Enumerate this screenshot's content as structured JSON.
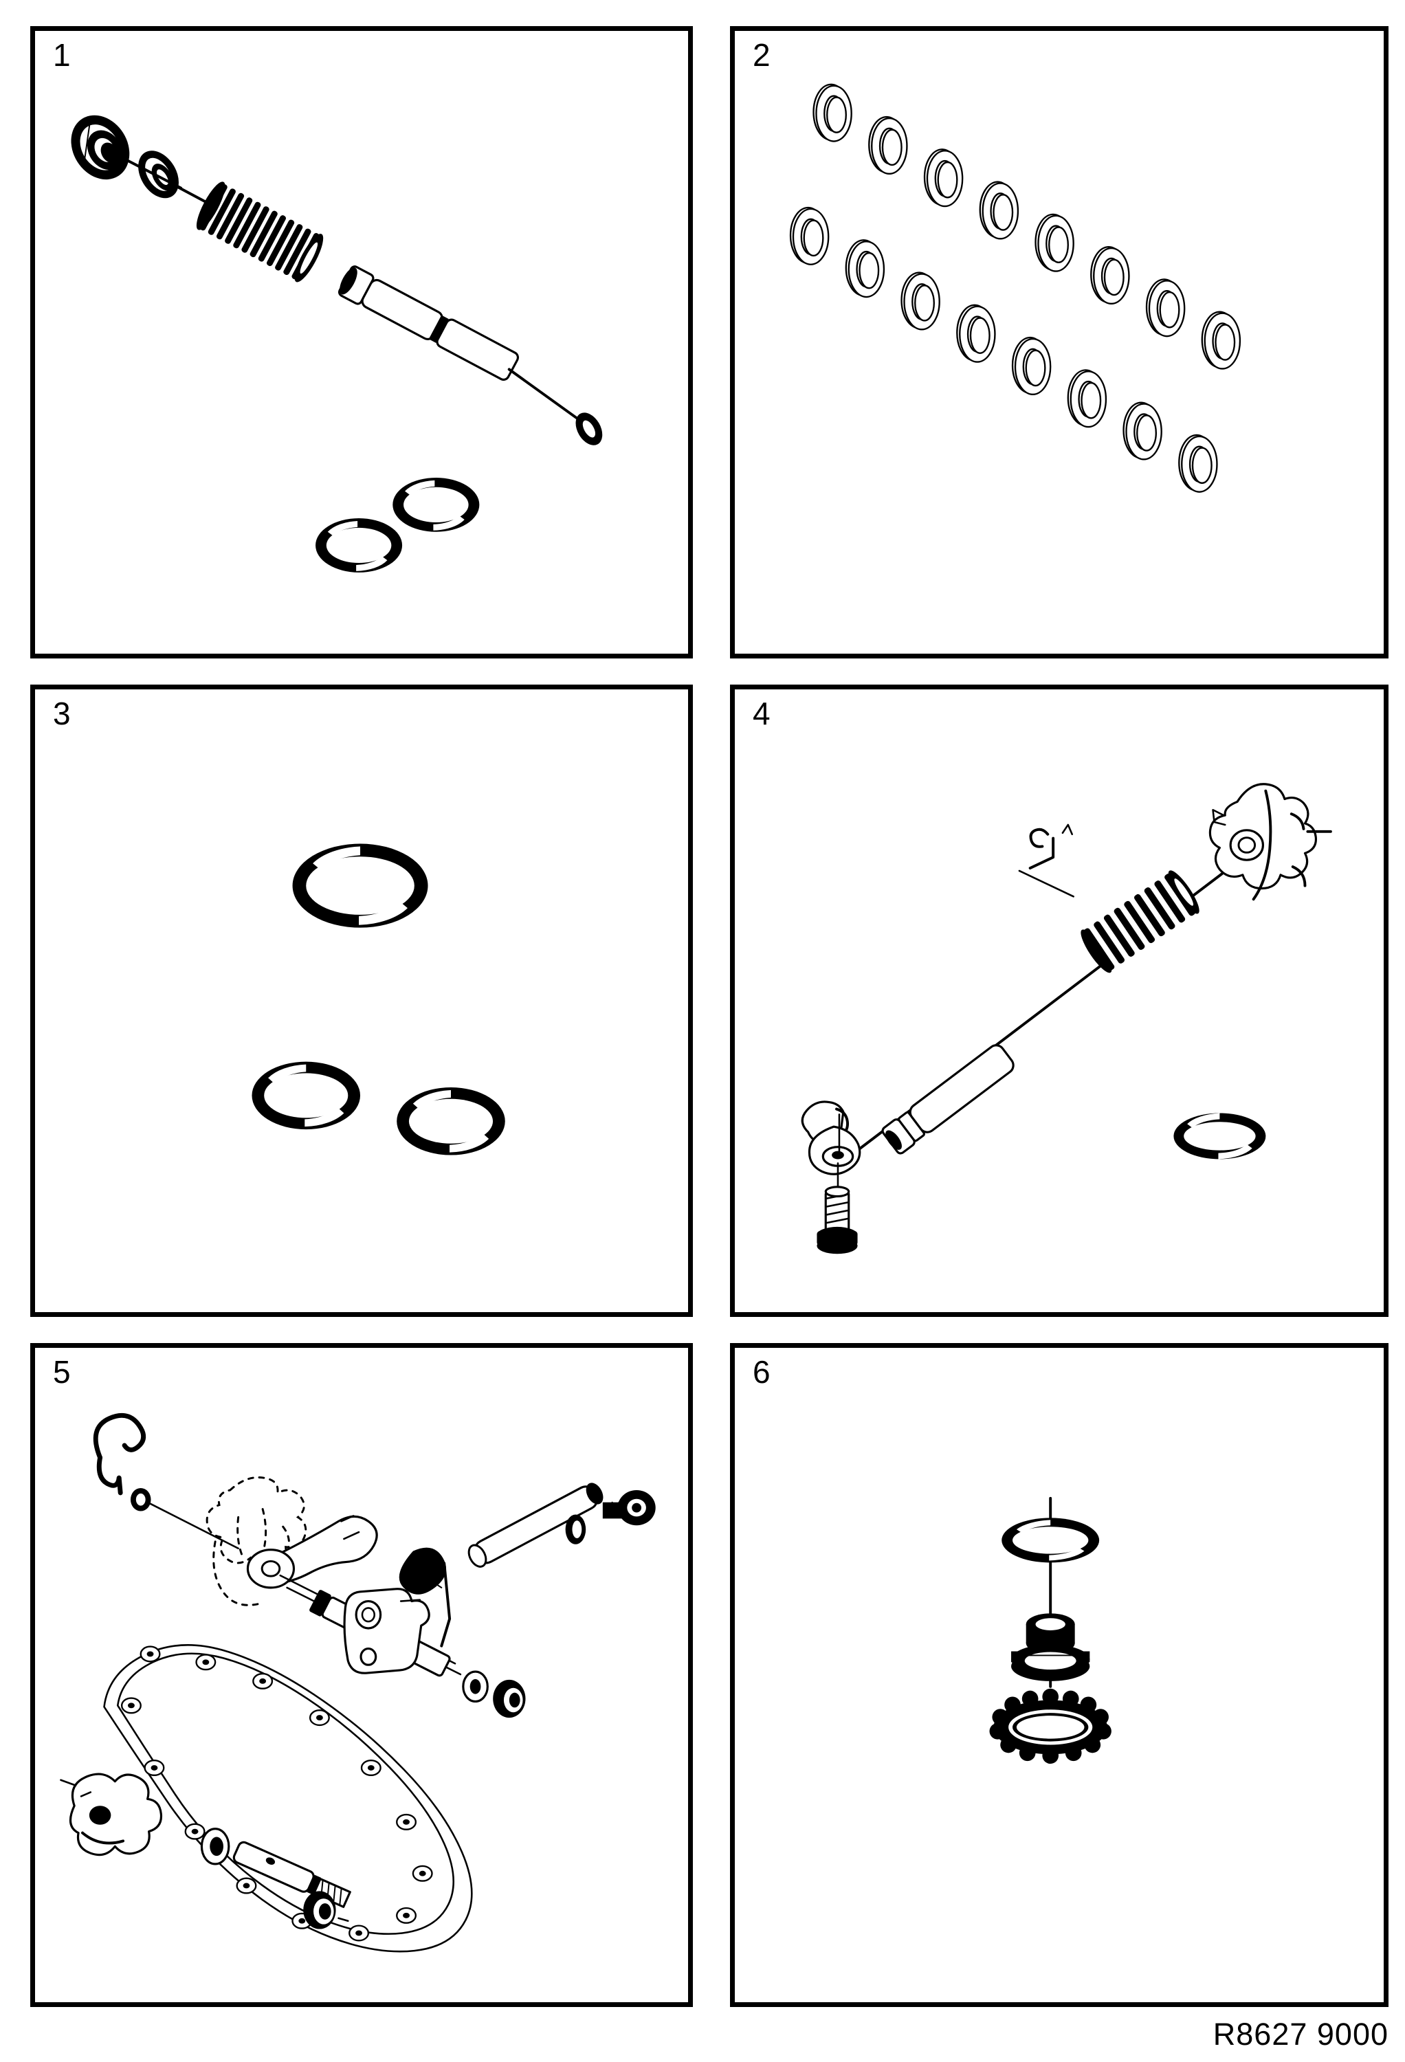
{
  "document": {
    "type": "parts-illustration-sheet",
    "footer_code": "R8627 9000",
    "panel_count": 6
  },
  "panels": [
    {
      "number": "1",
      "name": "clutch-slave-cylinder-assembly",
      "contents": [
        "domed-rubber-boot",
        "washer",
        "coil-spring",
        "piston-rod",
        "cylinder-body",
        "end-cap",
        "o-ring",
        "o-ring"
      ]
    },
    {
      "number": "2",
      "name": "shim-washer-set",
      "contents": [
        "shim-washer-row-upper",
        "shim-washer-row-lower"
      ],
      "washer_rows": [
        {
          "row": "upper",
          "count": 8
        },
        {
          "row": "lower",
          "count": 8
        }
      ]
    },
    {
      "number": "3",
      "name": "o-ring-set",
      "contents": [
        "o-ring-large",
        "o-ring-small-left",
        "o-ring-small-right"
      ],
      "ring_count": 3
    },
    {
      "number": "4",
      "name": "clutch-master-cylinder-linkage",
      "contents": [
        "push-rod",
        "return-spring",
        "pedal-bracket",
        "clevis-fork",
        "retaining-bolt",
        "o-ring"
      ]
    },
    {
      "number": "5",
      "name": "clutch-release-mechanism-and-housing-gasket",
      "contents": [
        "spring-clip",
        "retaining-clip",
        "release-fork-phantom-outline",
        "release-lever",
        "operating-shaft",
        "bushing",
        "pivot-bracket",
        "bracket-bushing",
        "pivot-pin",
        "flat-washer",
        "flanged-bolt",
        "clutch-housing-gasket",
        "release-bearing-carrier",
        "thrust-washer",
        "guide-sleeve",
        "end-bushing"
      ],
      "gasket_bolt_hole_count": 14
    },
    {
      "number": "6",
      "name": "seal-and-lock-washer-stack",
      "contents": [
        "o-ring",
        "oil-seal",
        "serrated-lock-washer"
      ]
    }
  ],
  "colors": {
    "ink": "#000000",
    "paper": "#ffffff"
  }
}
